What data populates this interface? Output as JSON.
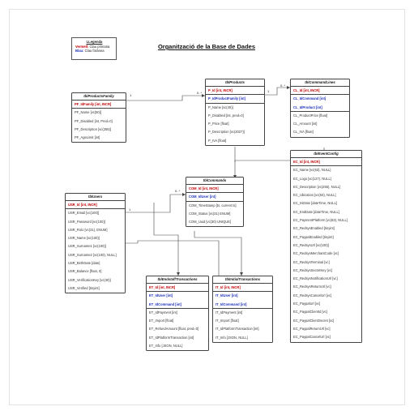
{
  "title": "Organització de la Base de Dades",
  "legend": {
    "title": "LLegenda",
    "pk_key": "Vermell:",
    "pk_label": "Clau primaria",
    "fk_key": "Blau:",
    "fk_label": "Clau forànea"
  },
  "colors": {
    "pk": "#c00000",
    "fk": "#1a2fb8",
    "line": "#444444"
  },
  "entities": {
    "productsFamily": {
      "name": "tblProductsFamily",
      "fields": [
        {
          "text": "PF_IdFamily [int, INCR]",
          "kind": "pk"
        },
        {
          "text": "PF_Name [vc(50)]",
          "kind": "normal"
        },
        {
          "text": "PF_Disabled [int, Pred=0]",
          "kind": "normal"
        },
        {
          "text": "PF_Description [vc(255)]",
          "kind": "normal"
        },
        {
          "text": "PF_AgeLimit [int]",
          "kind": "normal"
        }
      ]
    },
    "products": {
      "name": "tblProducts",
      "fields": [
        {
          "text": "P_Id [int, INCR]",
          "kind": "pk"
        },
        {
          "text": "P_IdProductFamily [int]",
          "kind": "fk"
        },
        {
          "text": "P_Name [vc(40)]",
          "kind": "normal"
        },
        {
          "text": "P_Disabled [int, pred=0]",
          "kind": "normal"
        },
        {
          "text": "P_Price [float]",
          "kind": "normal"
        },
        {
          "text": "P_Description [vc(2027)]",
          "kind": "normal"
        },
        {
          "text": "P_IVA [float]",
          "kind": "normal"
        }
      ]
    },
    "commandLines": {
      "name": "tblCommandLines",
      "fields": [
        {
          "text": "CL_Id [int, INCR]",
          "kind": "pk"
        },
        {
          "text": "CL_IdCommand [int]",
          "kind": "fk"
        },
        {
          "text": "CL_IdProduct [int]",
          "kind": "fk"
        },
        {
          "text": "CL_ProductPrice [float]",
          "kind": "normal"
        },
        {
          "text": "CL_Amount [int]",
          "kind": "normal"
        },
        {
          "text": "CL_IVA [float]",
          "kind": "normal"
        }
      ]
    },
    "commands": {
      "name": "tblCommands",
      "fields": [
        {
          "text": "COM_Id [int, INCR]",
          "kind": "pk"
        },
        {
          "text": "COM_IdUser [int]",
          "kind": "fk"
        },
        {
          "text": "COM_TimeStamp [ts, current ts]",
          "kind": "normal"
        },
        {
          "text": "COM_Status [vc(31) ENUM]",
          "kind": "normal"
        },
        {
          "text": "COM_Uuid [vc(30) UNIQUE]",
          "kind": "normal"
        }
      ]
    },
    "users": {
      "name": "tblUsers",
      "fields": [
        {
          "text": "USR_Id [int, INCR]",
          "kind": "pk"
        },
        {
          "text": "USR_Email [vc(100)]",
          "kind": "normal"
        },
        {
          "text": "USR_Password [vc(100)]",
          "kind": "normal"
        },
        {
          "text": "USR_Rolo [vc(31), ENUM]",
          "kind": "normal"
        },
        {
          "text": "USR_Name [vc(100)]",
          "kind": "normal"
        },
        {
          "text": "USR_Surname1 [vc(100)]",
          "kind": "normal"
        },
        {
          "text": "USR_Surname2 [vc(100), NULL]",
          "kind": "normal"
        },
        {
          "text": "USR_BirthDate [date]",
          "kind": "normal"
        },
        {
          "text": "USR_Balance [float, 0]",
          "kind": "normal"
        },
        {
          "text": "USR_VerificationKey [vc(30)]",
          "kind": "normal"
        },
        {
          "text": "USR_Verified [tinyint]",
          "kind": "normal"
        }
      ]
    },
    "eventConfig": {
      "name": "tblEventConfig",
      "fields": [
        {
          "text": "EC_Id [int, INCR]",
          "kind": "pk"
        },
        {
          "text": "EC_Name [vc(63), NULL]",
          "kind": "normal"
        },
        {
          "text": "EC_Logo [vc(127), NULL]",
          "kind": "normal"
        },
        {
          "text": "EC_Description [vc(255), NULL]",
          "kind": "normal"
        },
        {
          "text": "EC_Ubication [vc(63), NULL]",
          "kind": "normal"
        },
        {
          "text": "EC_IniDate [dateTime, NULL]",
          "kind": "normal"
        },
        {
          "text": "EC_EndDate [dateTime, NULL]",
          "kind": "normal"
        },
        {
          "text": "EC_PaymentPlatform [vc(63), NULL]",
          "kind": "normal"
        },
        {
          "text": "EC_RedsysEnabled [tinyint]",
          "kind": "normal"
        },
        {
          "text": "EC_PaypalEnabled [tinyint]",
          "kind": "normal"
        },
        {
          "text": "EC_RedsysUrl [vc(100)]",
          "kind": "normal"
        },
        {
          "text": "EC_RedsysMerchantCode [vc]",
          "kind": "normal"
        },
        {
          "text": "EC_RedsysTerminal [vc]",
          "kind": "normal"
        },
        {
          "text": "EC_RedsysSecretKey [vc]",
          "kind": "normal"
        },
        {
          "text": "EC_RedsysNotificationUrl [vc]",
          "kind": "normal"
        },
        {
          "text": "EC_RedsysReturnUrl [vc]",
          "kind": "normal"
        },
        {
          "text": "EC_RedsysCancelUrl [vc]",
          "kind": "normal"
        },
        {
          "text": "EC_PaypalUrl [vc]",
          "kind": "normal"
        },
        {
          "text": "EC_PaypalClientId [vc]",
          "kind": "normal"
        },
        {
          "text": "EC_PaypalClientSecret [vc]",
          "kind": "normal"
        },
        {
          "text": "EC_PaypalReturnUrl [vc]",
          "kind": "normal"
        },
        {
          "text": "EC_PaypalCancelUrl [vc]",
          "kind": "normal"
        }
      ]
    },
    "endstaffTransactions": {
      "name": "tblEndstaffTransactions",
      "fields": [
        {
          "text": "ET_Id [int, INCR]",
          "kind": "pk"
        },
        {
          "text": "ET_IdUser [int]",
          "kind": "fk"
        },
        {
          "text": "ET_IdCommand [int]",
          "kind": "fk"
        },
        {
          "text": "ET_IdPayment [int]",
          "kind": "normal"
        },
        {
          "text": "ET_Import [float]",
          "kind": "normal"
        },
        {
          "text": "ET_RefundAmount [float, pred=0]",
          "kind": "normal"
        },
        {
          "text": "ET_IdPlatformTransaction [int]",
          "kind": "normal"
        },
        {
          "text": "ET_Info [JSON, NULL]",
          "kind": "normal"
        }
      ]
    },
    "initialTransactions": {
      "name": "tblInitialTransactions",
      "fields": [
        {
          "text": "IT_Id [int, INCR]",
          "kind": "pk"
        },
        {
          "text": "IT_IdUser [int]",
          "kind": "fk"
        },
        {
          "text": "IT_IdCommand [int]",
          "kind": "fk"
        },
        {
          "text": "IT_IdPayment [int]",
          "kind": "normal"
        },
        {
          "text": "IT_Import [float]",
          "kind": "normal"
        },
        {
          "text": "IT_IdPlatformTransaction [int]",
          "kind": "normal"
        },
        {
          "text": "IT_Info [JSON, NULL]",
          "kind": "normal"
        }
      ]
    }
  },
  "multiplicities": {
    "family_products_one": "1",
    "family_products_many": "0..*",
    "products_lines_one": "1",
    "products_lines_many": "0..*",
    "users_commands_one": "1",
    "users_commands_many": "0..*"
  }
}
